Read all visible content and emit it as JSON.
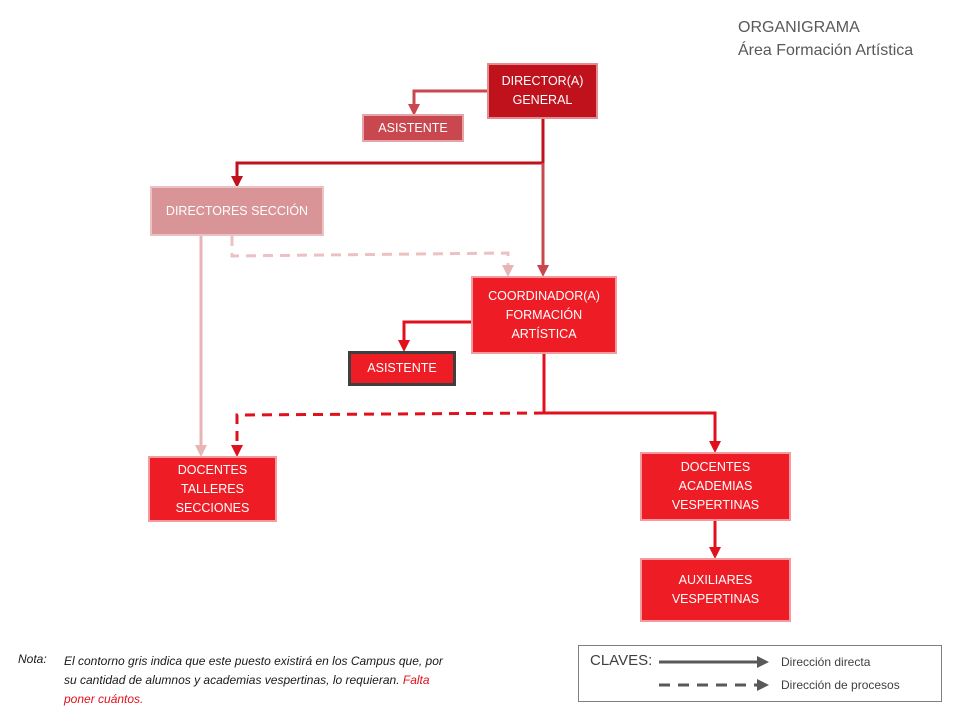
{
  "title": {
    "line1": "ORGANIGRAMA",
    "line2": "Área Formación Artística"
  },
  "nodes": {
    "director": "DIRECTOR(A)\nGENERAL",
    "asistente_director": "ASISTENTE",
    "directores_seccion": "DIRECTORES SECCIÓN",
    "coordinador": "COORDINADOR(A)\nFORMACIÓN\nARTÍSTICA",
    "asistente_coordinador": "ASISTENTE",
    "docentes_talleres": "DOCENTES\nTALLERES\nSECCIONES",
    "docentes_academias": "DOCENTES\nACADEMIAS\nVESPERTINAS",
    "auxiliares": "AUXILIARES\nVESPERTINAS"
  },
  "note": {
    "label": "Nota:",
    "text": "El contorno gris indica que este puesto existirá en los Campus que, por su cantidad de alumnos y academias vespertinas, lo requieran.",
    "highlight": "Falta poner cuántos."
  },
  "legend": {
    "title": "CLAVES:",
    "direct": "Dirección directa",
    "process": "Dirección de procesos"
  },
  "colors": {
    "dark_red": "#c0121d",
    "red": "#ee1c25",
    "pink": "#d99497",
    "light_pink": "#e8b5b7",
    "gray": "#595959"
  }
}
